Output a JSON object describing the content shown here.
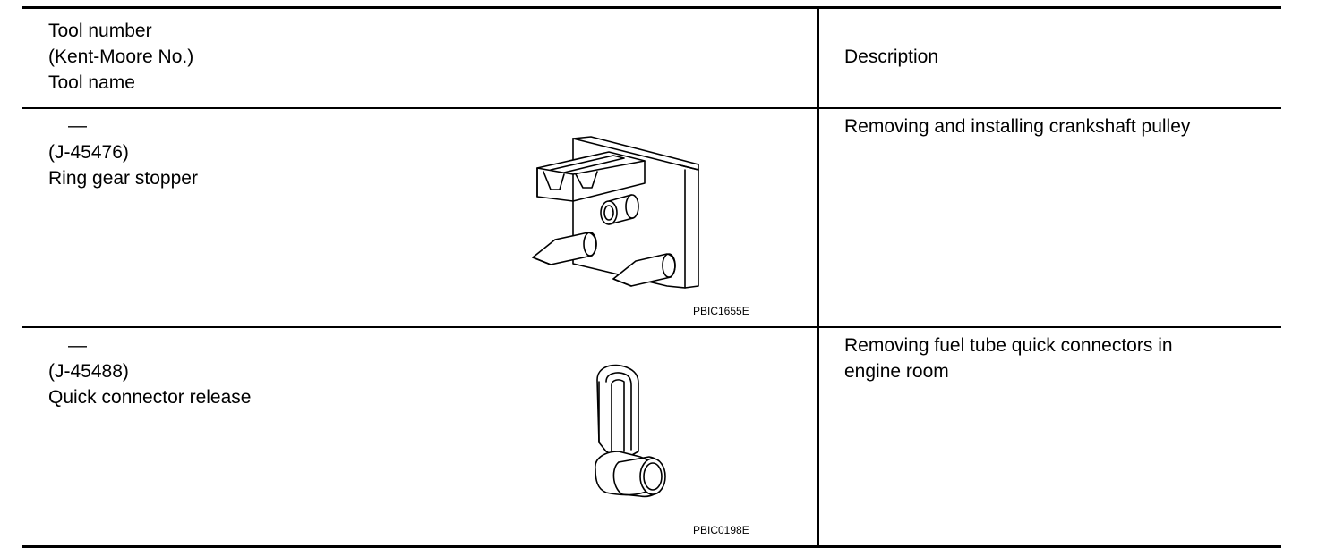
{
  "table": {
    "header": {
      "tool_col_lines": [
        "Tool number",
        "(Kent-Moore No.)",
        "Tool name"
      ],
      "description_col": "Description"
    },
    "rows": [
      {
        "tool_number": "—",
        "kent_moore_no": "(J-45476)",
        "tool_name": "Ring gear stopper",
        "image_code": "PBIC1655E",
        "description": "Removing and installing crankshaft pulley"
      },
      {
        "tool_number": "—",
        "kent_moore_no": "(J-45488)",
        "tool_name": "Quick connector release",
        "image_code": "PBIC0198E",
        "description_lines": [
          "Removing fuel tube quick connectors in",
          "engine room"
        ]
      }
    ]
  }
}
